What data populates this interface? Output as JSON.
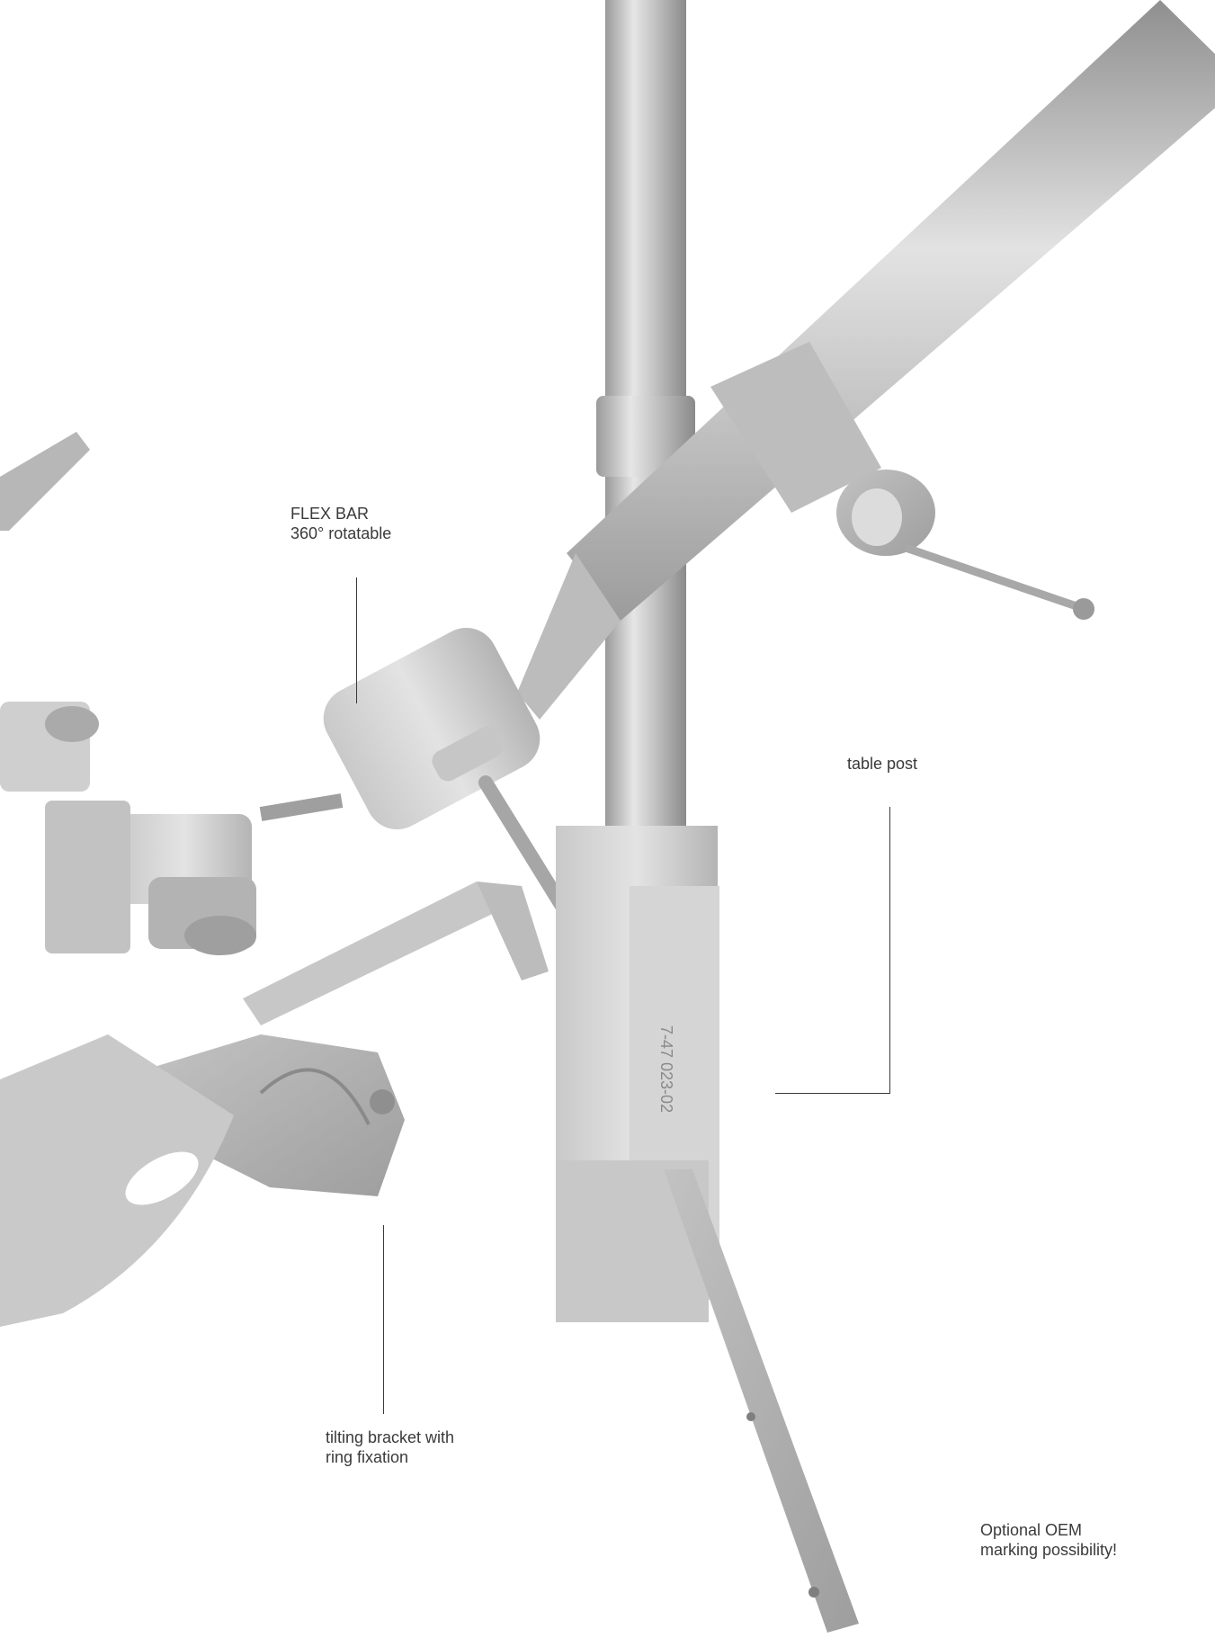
{
  "annotations": {
    "flex_bar": {
      "line1": "FLEX BAR",
      "line2": "360° rotatable"
    },
    "table_post": {
      "line1": "table post"
    },
    "tilting_bracket": {
      "line1": "tilting bracket with",
      "line2": "ring fixation"
    },
    "oem_marking": {
      "line1": "Optional OEM",
      "line2": "marking possibility!"
    }
  },
  "part_engraving": "7-47 023-02",
  "colors": {
    "background": "#ffffff",
    "steel_light": "#d9d9d9",
    "steel_mid": "#b5b5b5",
    "steel_dark": "#8c8c8c",
    "label": "#3a3a3a"
  }
}
